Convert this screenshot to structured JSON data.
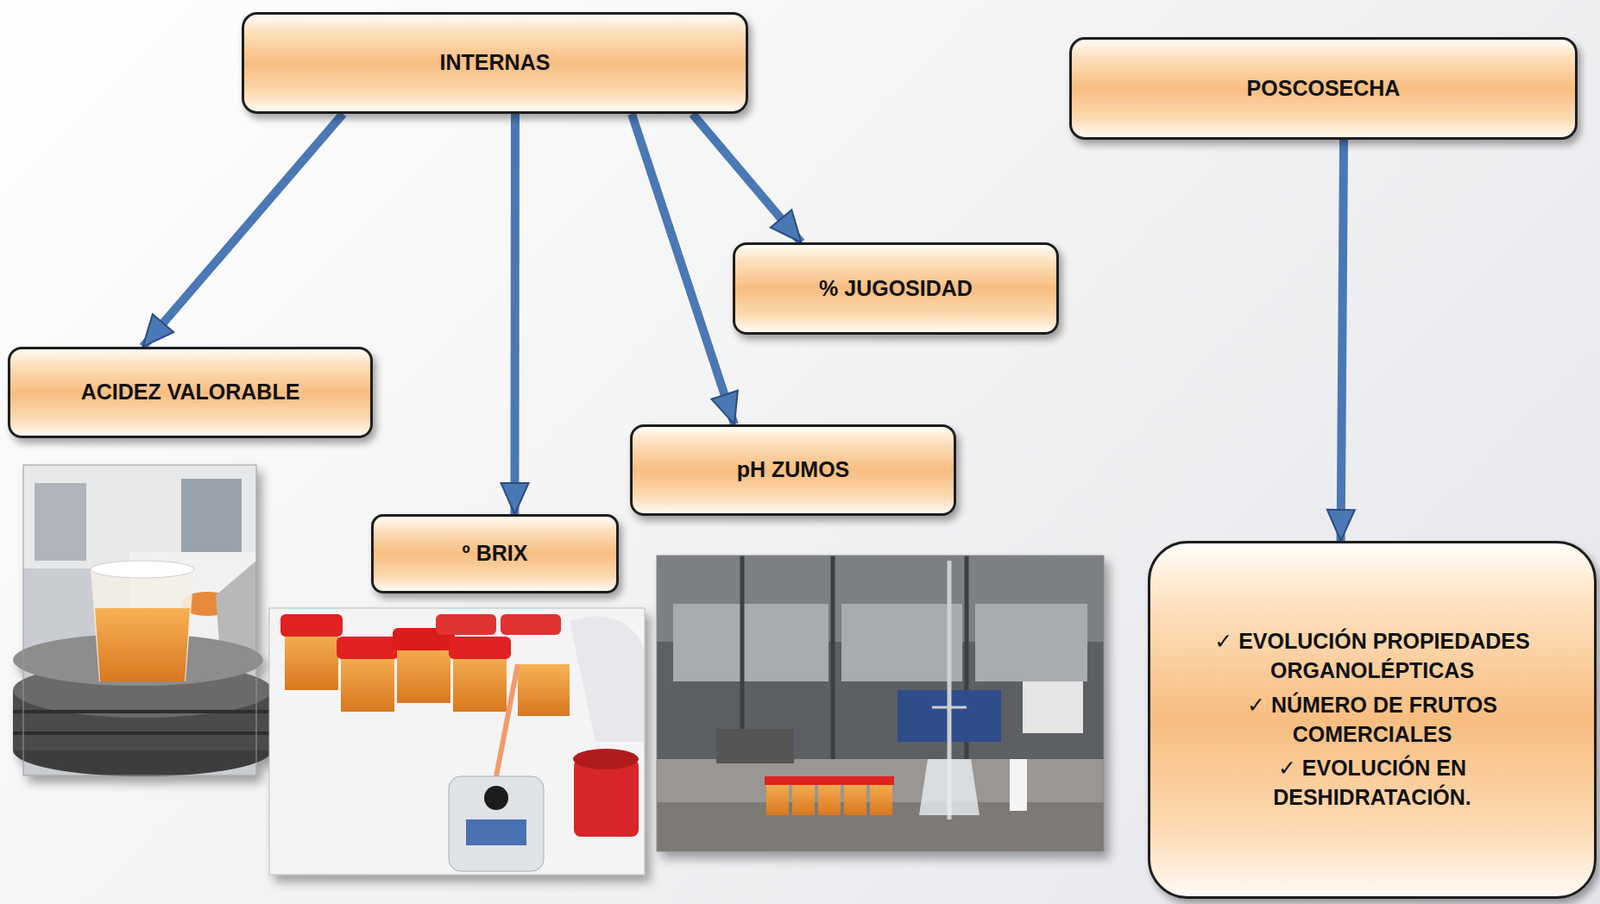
{
  "diagram": {
    "nodes": [
      {
        "text": [
          "INTERNAS"
        ]
      },
      {
        "text": [
          "POSCOSECHA"
        ]
      },
      {
        "text": [
          "% JUGOSIDAD"
        ]
      },
      {
        "text": [
          "ACIDEZ VALORABLE"
        ]
      },
      {
        "text": [
          "pH  ZUMOS"
        ]
      },
      {
        "text": [
          "º BRIX"
        ]
      },
      {
        "text": [
          "✓ EVOLUCIÓN PROPIEDADES ORGANOLÉPTICAS",
          "✓ NÚMERO DE FRUTOS COMERCIALES",
          "✓ EVOLUCIÓN EN DESHIDRATACIÓN."
        ]
      }
    ],
    "edges": [
      {
        "from": 0,
        "to": 3,
        "arrow": "to"
      },
      {
        "from": 0,
        "to": 5,
        "arrow": "to"
      },
      {
        "from": 0,
        "to": 4,
        "arrow": "to"
      },
      {
        "from": 0,
        "to": 2,
        "arrow": "to"
      },
      {
        "from": 1,
        "to": 6,
        "arrow": "to"
      }
    ]
  }
}
